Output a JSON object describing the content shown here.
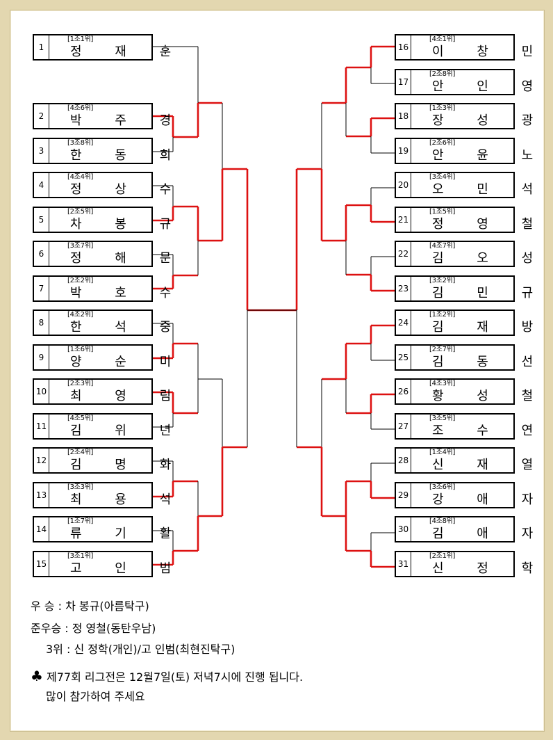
{
  "colors": {
    "advance_line": "#dd1111",
    "line": "#000000",
    "frame": "#e3d7b0"
  },
  "left_entries": [
    {
      "seed": "1",
      "group": "[1조1위]",
      "name": "정 재 훈"
    },
    {
      "seed": "2",
      "group": "[4조6위]",
      "name": "박 주 경"
    },
    {
      "seed": "3",
      "group": "[3조8위]",
      "name": "한 동 희"
    },
    {
      "seed": "4",
      "group": "[4조4위]",
      "name": "정 상 수"
    },
    {
      "seed": "5",
      "group": "[2조5위]",
      "name": "차 봉 규"
    },
    {
      "seed": "6",
      "group": "[3조7위]",
      "name": "정 해 문"
    },
    {
      "seed": "7",
      "group": "[2조2위]",
      "name": "박 호 수"
    },
    {
      "seed": "8",
      "group": "[4조2위]",
      "name": "한 석 중"
    },
    {
      "seed": "9",
      "group": "[1조6위]",
      "name": "양 순 미"
    },
    {
      "seed": "10",
      "group": "[2조3위]",
      "name": "최 영 림"
    },
    {
      "seed": "11",
      "group": "[4조5위]",
      "name": "김 위 년"
    },
    {
      "seed": "12",
      "group": "[2조4위]",
      "name": "김 명 화"
    },
    {
      "seed": "13",
      "group": "[3조3위]",
      "name": "최 용 석"
    },
    {
      "seed": "14",
      "group": "[1조7위]",
      "name": "류 기 활"
    },
    {
      "seed": "15",
      "group": "[3조1위]",
      "name": "고 인 범"
    }
  ],
  "right_entries": [
    {
      "seed": "16",
      "group": "[4조1위]",
      "name": "이 창 민"
    },
    {
      "seed": "17",
      "group": "[2조8위]",
      "name": "안 인 영"
    },
    {
      "seed": "18",
      "group": "[1조3위]",
      "name": "장 성 광"
    },
    {
      "seed": "19",
      "group": "[2조6위]",
      "name": "안 윤 노"
    },
    {
      "seed": "20",
      "group": "[3조4위]",
      "name": "오 민 석"
    },
    {
      "seed": "21",
      "group": "[1조5위]",
      "name": "정 영 철"
    },
    {
      "seed": "22",
      "group": "[4조7위]",
      "name": "김 오 성"
    },
    {
      "seed": "23",
      "group": "[3조2위]",
      "name": "김 민 규"
    },
    {
      "seed": "24",
      "group": "[1조2위]",
      "name": "김 재 방"
    },
    {
      "seed": "25",
      "group": "[2조7위]",
      "name": "김 동 선"
    },
    {
      "seed": "26",
      "group": "[4조3위]",
      "name": "황 성 철"
    },
    {
      "seed": "27",
      "group": "[3조5위]",
      "name": "조 수 연"
    },
    {
      "seed": "28",
      "group": "[1조4위]",
      "name": "신 재 열"
    },
    {
      "seed": "29",
      "group": "[3조6위]",
      "name": "강 애 자"
    },
    {
      "seed": "30",
      "group": "[4조8위]",
      "name": "김 애 자"
    },
    {
      "seed": "31",
      "group": "[2조1위]",
      "name": "신 정 학"
    }
  ],
  "results": {
    "winner": "우   승 : 차 봉규(아름탁구)",
    "runner_up": "준우승 : 정 영철(동탄우남)",
    "third": "3위 : 신 정학(개인)/고 인범(최현진탁구)"
  },
  "notice": {
    "icon": "club-suit-icon",
    "line1": "제77회 리그전은 12월7일(토) 저녁7시에 진행 됩니다.",
    "line2": "많이 참가하여 주세요"
  }
}
